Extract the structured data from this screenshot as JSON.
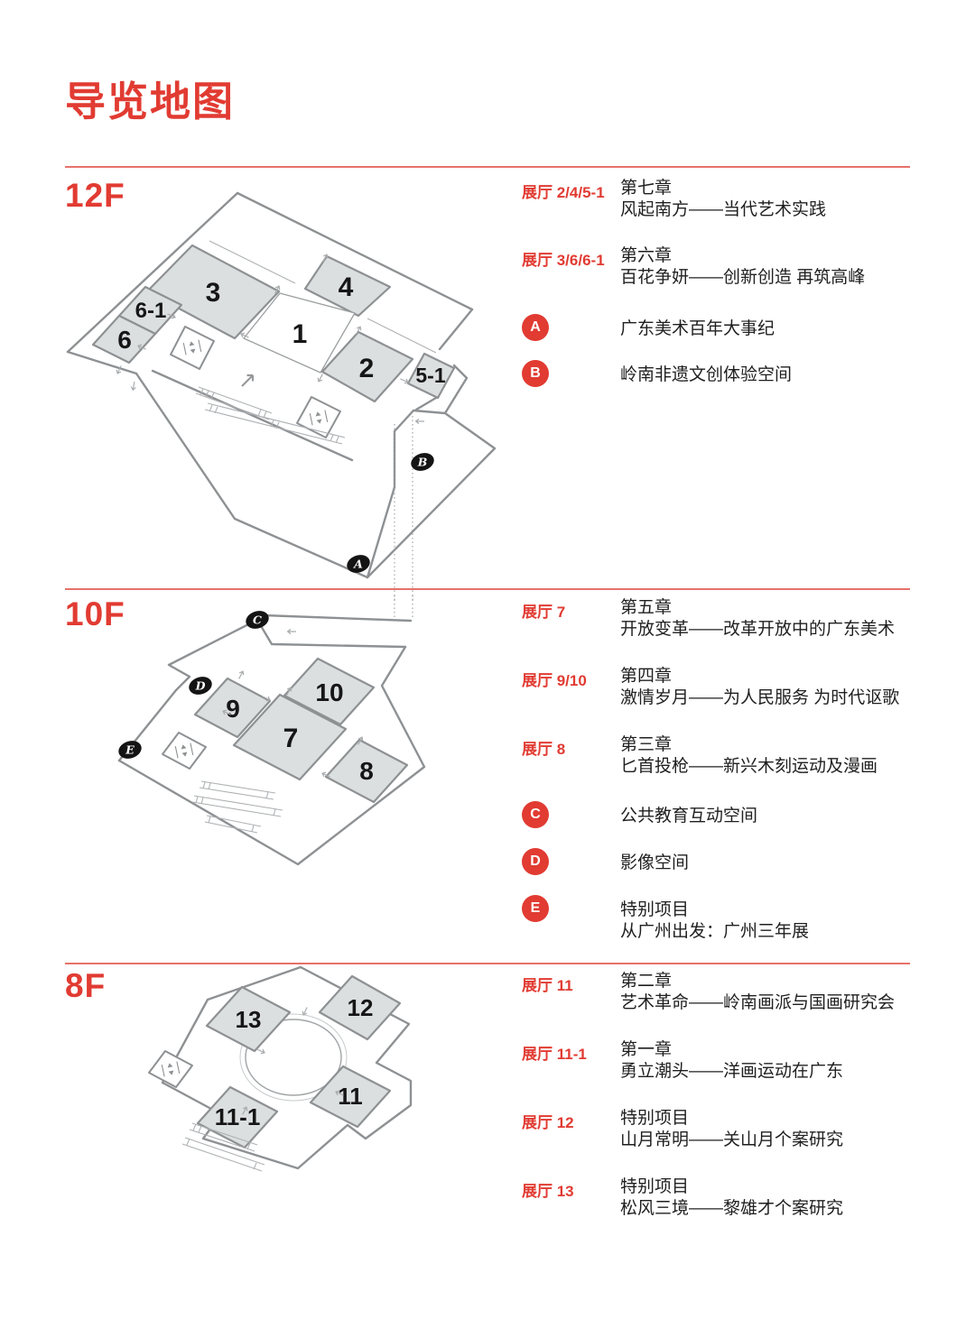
{
  "page": {
    "title": "导览地图"
  },
  "colors": {
    "accent_red": "#e13b32",
    "room_fill": "#dcdfe0",
    "wall_gray": "#8e9193",
    "marker_black": "#141414"
  },
  "floors": [
    {
      "id": "12F",
      "label": "12F",
      "rooms": [
        "3",
        "4",
        "1",
        "2",
        "6-1",
        "6",
        "5-1"
      ],
      "map_markers": [
        "A",
        "B"
      ],
      "legend": [
        {
          "kind": "hall",
          "label": "展厅 2/4/5-1",
          "lines": [
            "第七章",
            "风起南方——当代艺术实践"
          ]
        },
        {
          "kind": "hall",
          "label": "展厅 3/6/6-1",
          "lines": [
            "第六章",
            "百花争妍——创新创造 再筑高峰"
          ]
        },
        {
          "kind": "marker",
          "label": "A",
          "lines": [
            "广东美术百年大事纪"
          ]
        },
        {
          "kind": "marker",
          "label": "B",
          "lines": [
            "岭南非遗文创体验空间"
          ]
        }
      ]
    },
    {
      "id": "10F",
      "label": "10F",
      "rooms": [
        "9",
        "10",
        "7",
        "8"
      ],
      "map_markers": [
        "C",
        "D",
        "E"
      ],
      "legend": [
        {
          "kind": "hall",
          "label": "展厅 7",
          "lines": [
            "第五章",
            "开放变革——改革开放中的广东美术"
          ]
        },
        {
          "kind": "hall",
          "label": "展厅 9/10",
          "lines": [
            "第四章",
            "激情岁月——为人民服务 为时代讴歌"
          ]
        },
        {
          "kind": "hall",
          "label": "展厅 8",
          "lines": [
            "第三章",
            "匕首投枪——新兴木刻运动及漫画"
          ]
        },
        {
          "kind": "marker",
          "label": "C",
          "lines": [
            "公共教育互动空间"
          ]
        },
        {
          "kind": "marker",
          "label": "D",
          "lines": [
            "影像空间"
          ]
        },
        {
          "kind": "marker",
          "label": "E",
          "lines": [
            "特别项目",
            "从广州出发：广州三年展"
          ]
        }
      ]
    },
    {
      "id": "8F",
      "label": "8F",
      "rooms": [
        "13",
        "12",
        "11-1",
        "11"
      ],
      "map_markers": [],
      "legend": [
        {
          "kind": "hall",
          "label": "展厅 11",
          "lines": [
            "第二章",
            "艺术革命——岭南画派与国画研究会"
          ]
        },
        {
          "kind": "hall",
          "label": "展厅 11-1",
          "lines": [
            "第一章",
            "勇立潮头——洋画运动在广东"
          ]
        },
        {
          "kind": "hall",
          "label": "展厅 12",
          "lines": [
            "特别项目",
            "山月常明——关山月个案研究"
          ]
        },
        {
          "kind": "hall",
          "label": "展厅 13",
          "lines": [
            "特别项目",
            "松风三境——黎雄才个案研究"
          ]
        }
      ]
    }
  ]
}
